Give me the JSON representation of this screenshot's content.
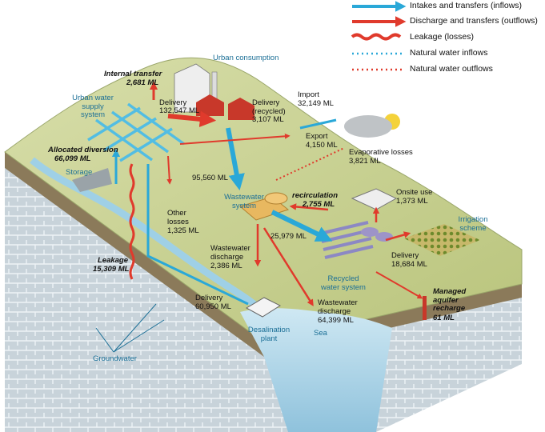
{
  "legend": {
    "inflows": "Intakes and transfers (inflows)",
    "outflows": "Discharge and transfers (outflows)",
    "leakage": "Leakage (losses)",
    "natural_in": "Natural water inflows",
    "natural_out": "Natural water outflows"
  },
  "colors": {
    "inflow": "#2aa8d8",
    "outflow": "#e03a2c",
    "land": "#c5cf8e",
    "water": "#8dc7df",
    "soil": "#b9c7cf"
  },
  "labels": {
    "urban_consumption": "Urban consumption",
    "internal_transfer_title": "Internal transfer",
    "internal_transfer_value": "2,681 ML",
    "urban_supply": "Urban water supply system",
    "delivery_title": "Delivery",
    "delivery_value": "132,547 ML",
    "delivery_recycled_title": "Delivery (recycled)",
    "delivery_recycled_value": "3,107 ML",
    "import_title": "Import",
    "import_value": "32,149 ML",
    "export_title": "Export",
    "export_value": "4,150 ML",
    "evap_title": "Evaporative losses",
    "evap_value": "3,821 ML",
    "allocated_title": "Allocated diversion",
    "allocated_value": "66,099 ML",
    "storage": "Storage",
    "flow_95560": "95,560 ML",
    "wastewater_system": "Wastewater system",
    "recirc_title": "recirculation",
    "recirc_value": "2,755 ML",
    "onsite_title": "Onsite use",
    "onsite_value": "1,373 ML",
    "irrigation": "Irrigation scheme",
    "other_losses_title": "Other losses",
    "other_losses_value": "1,325 ML",
    "flow_25979": "25,979 ML",
    "ww_discharge_title": "Wastewater discharge",
    "ww_discharge_value": "2,386 ML",
    "delivery_irrig_title": "Delivery",
    "delivery_irrig_value": "18,684 ML",
    "leakage_title": "Leakage",
    "leakage_value": "15,309 ML",
    "recycled_system": "Recycled water system",
    "managed_title": "Managed aquifer recharge",
    "managed_value": "61 ML",
    "delivery_desal_title": "Delivery",
    "delivery_desal_value": "60,950 ML",
    "ww_discharge2_title": "Wastewater discharge",
    "ww_discharge2_value": "64,399 ML",
    "desal_plant": "Desalination plant",
    "sea": "Sea",
    "groundwater": "Groundwater"
  }
}
